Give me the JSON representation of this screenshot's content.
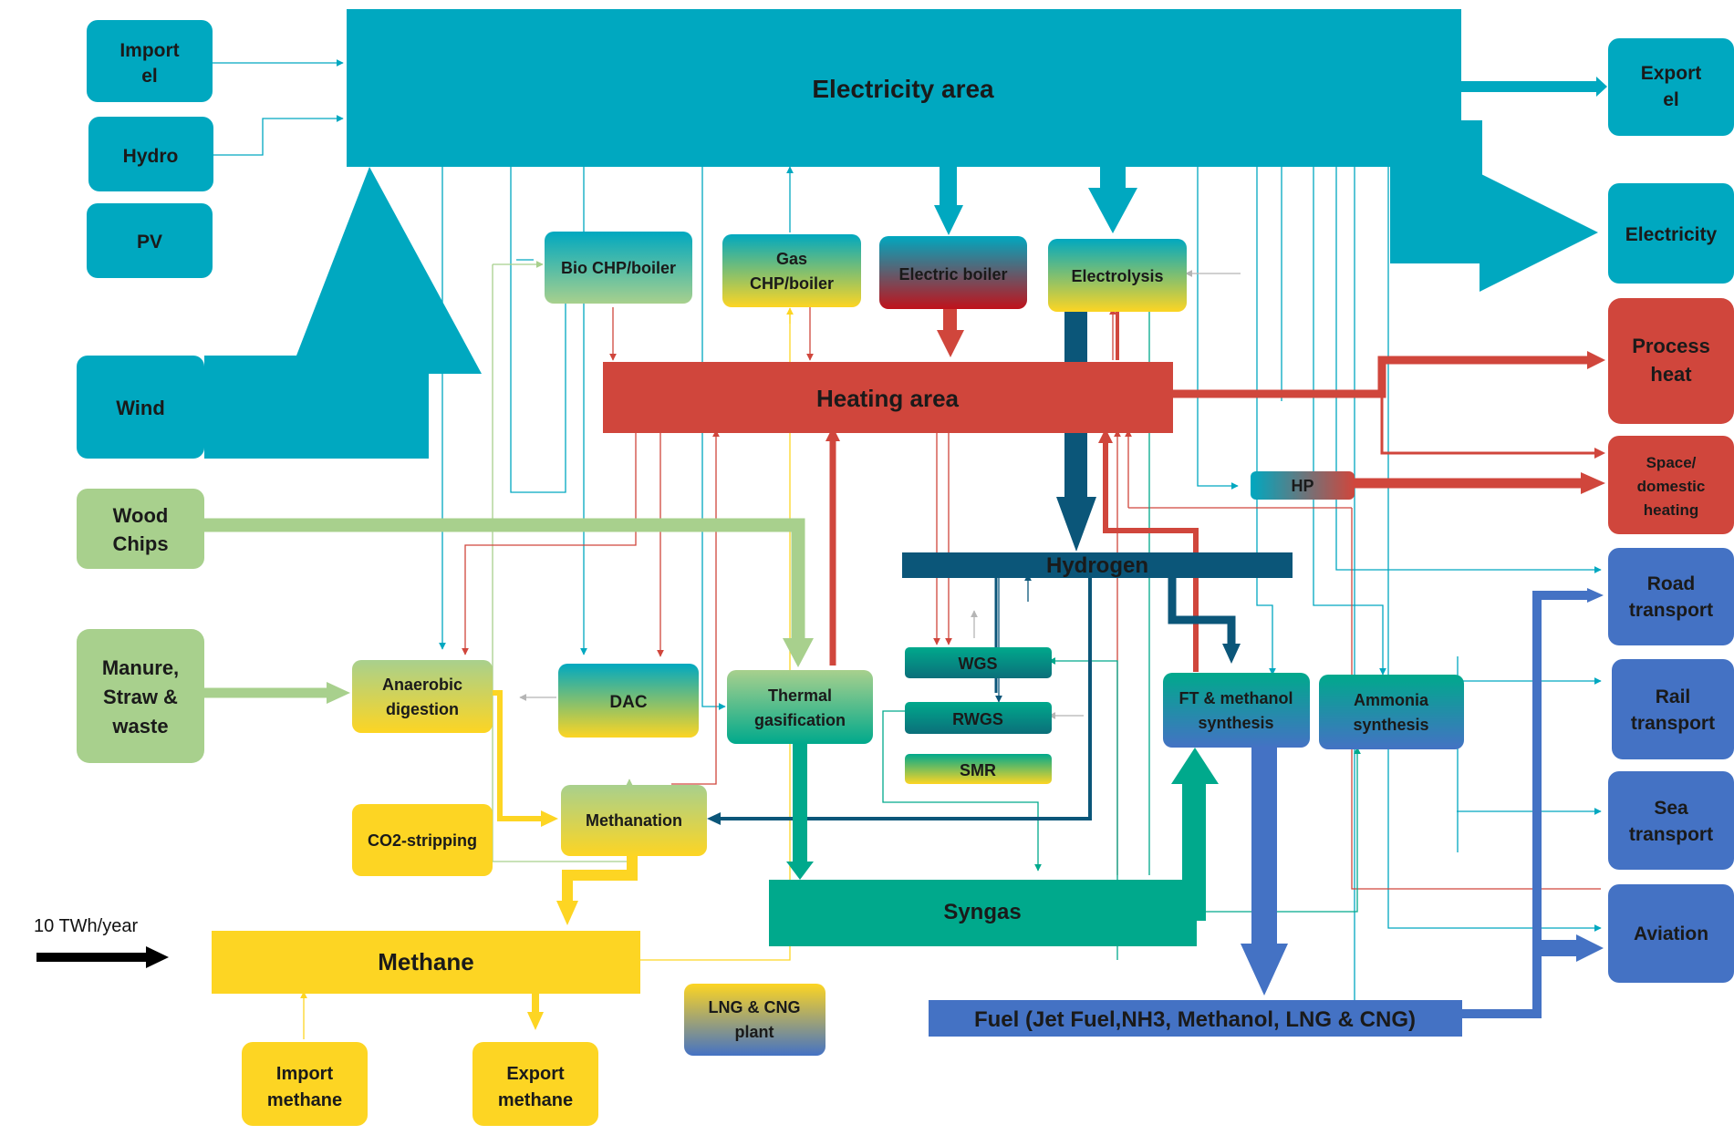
{
  "nodes": {
    "import_el": {
      "label": [
        "Import",
        "el"
      ]
    },
    "hydro": {
      "label": [
        "Hydro"
      ]
    },
    "pv": {
      "label": [
        "PV"
      ]
    },
    "wind": {
      "label": [
        "Wind"
      ]
    },
    "wood_chips": {
      "label": [
        "Wood",
        "Chips"
      ]
    },
    "manure": {
      "label": [
        "Manure,",
        "Straw &",
        "waste"
      ]
    },
    "electricity_area": {
      "label": [
        "Electricity area"
      ]
    },
    "export_el": {
      "label": [
        "Export",
        "el"
      ]
    },
    "electricity": {
      "label": [
        "Electricity"
      ]
    },
    "bio_chp": {
      "label": [
        "Bio CHP/boiler"
      ]
    },
    "gas_chp": {
      "label": [
        "Gas",
        "CHP/boiler"
      ]
    },
    "electric_boiler": {
      "label": [
        "Electric boiler"
      ]
    },
    "electrolysis": {
      "label": [
        "Electrolysis"
      ]
    },
    "heating_area": {
      "label": [
        "Heating area"
      ]
    },
    "process_heat": {
      "label": [
        "Process",
        "heat"
      ]
    },
    "hp": {
      "label": [
        "HP"
      ]
    },
    "space_heating": {
      "label": [
        "Space/",
        "domestic",
        "heating"
      ]
    },
    "hydrogen": {
      "label": [
        "Hydrogen"
      ]
    },
    "road_transport": {
      "label": [
        "Road",
        "transport"
      ]
    },
    "rail_transport": {
      "label": [
        "Rail",
        "transport"
      ]
    },
    "sea_transport": {
      "label": [
        "Sea",
        "transport"
      ]
    },
    "aviation": {
      "label": [
        "Aviation"
      ]
    },
    "anaerobic_digestion": {
      "label": [
        "Anaerobic",
        "digestion"
      ]
    },
    "dac": {
      "label": [
        "DAC"
      ]
    },
    "thermal_gasification": {
      "label": [
        "Thermal",
        "gasification"
      ]
    },
    "wgs": {
      "label": [
        "WGS"
      ]
    },
    "rwgs": {
      "label": [
        "RWGS"
      ]
    },
    "smr": {
      "label": [
        "SMR"
      ]
    },
    "ft_methanol": {
      "label": [
        "FT & methanol",
        "synthesis"
      ]
    },
    "ammonia": {
      "label": [
        "Ammonia",
        "synthesis"
      ]
    },
    "co2_stripping": {
      "label": [
        "CO2-stripping"
      ]
    },
    "methanation": {
      "label": [
        "Methanation"
      ]
    },
    "syngas": {
      "label": [
        "Syngas"
      ]
    },
    "methane": {
      "label": [
        "Methane"
      ]
    },
    "lng_cng": {
      "label": [
        "LNG & CNG",
        "plant"
      ]
    },
    "fuel": {
      "label": [
        "Fuel (Jet Fuel,NH3, Methanol, LNG & CNG)"
      ]
    },
    "import_methane": {
      "label": [
        "Import",
        "methane"
      ]
    },
    "export_methane": {
      "label": [
        "Export",
        "methane"
      ]
    }
  },
  "legend": {
    "label": "10  TWh/year"
  },
  "colors": {
    "electricity": "#00a8c0",
    "heat": "#d0463c",
    "hydrogen": "#0b5679",
    "syngas": "#00a98c",
    "methane": "#fdd523",
    "fuel": "#4472c4",
    "biomass": "#9ecd8f",
    "grey": "#b5b5b5"
  }
}
